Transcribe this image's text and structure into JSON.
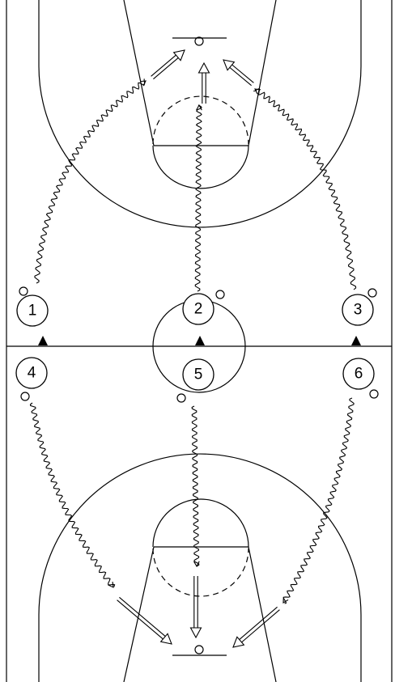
{
  "players": [
    {
      "id": "p1",
      "label": "1"
    },
    {
      "id": "p2",
      "label": "2"
    },
    {
      "id": "p3",
      "label": "3"
    },
    {
      "id": "p4",
      "label": "4"
    },
    {
      "id": "p5",
      "label": "5"
    },
    {
      "id": "p6",
      "label": "6"
    }
  ],
  "colors": {
    "line": "#000000",
    "background": "#ffffff",
    "cone": "#000000"
  }
}
